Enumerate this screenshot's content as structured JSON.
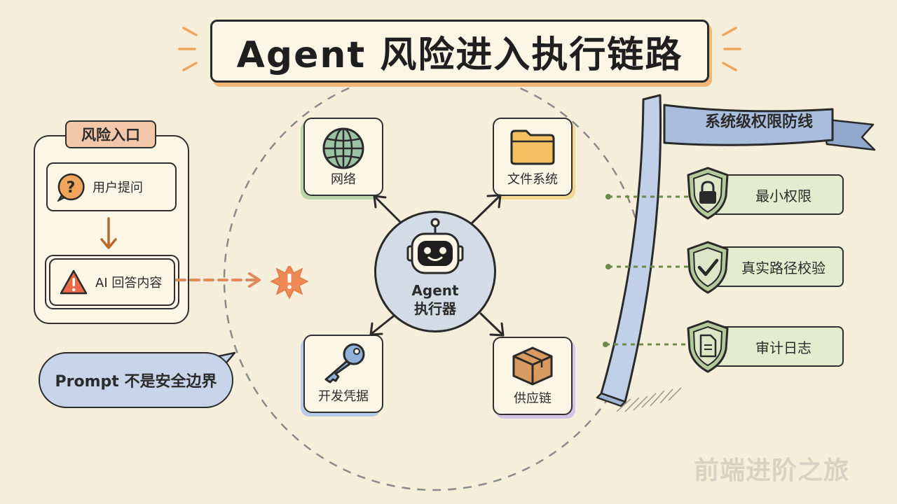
{
  "title": "Agent 风险进入执行链路",
  "risk_entry": {
    "tag": "风险入口",
    "items": [
      {
        "label": "用户提问",
        "icon": "question-icon"
      },
      {
        "label": "AI 回答内容",
        "icon": "warning-icon"
      }
    ]
  },
  "callout": "Prompt 不是安全边界",
  "agent": {
    "line1": "Agent",
    "line2": "执行器"
  },
  "targets": [
    {
      "label": "网络",
      "icon": "globe-icon",
      "accent": "#b9d4a8"
    },
    {
      "label": "文件系统",
      "icon": "folder-icon",
      "accent": "#f4d892"
    },
    {
      "label": "开发凭据",
      "icon": "key-icon",
      "accent": "#b7cce6"
    },
    {
      "label": "供应链",
      "icon": "package-icon",
      "accent": "#d4c3e6"
    }
  ],
  "defense": {
    "banner": "系统级权限防线",
    "items": [
      {
        "label": "最小权限",
        "icon": "lock-icon"
      },
      {
        "label": "真实路径校验",
        "icon": "check-icon"
      },
      {
        "label": "审计日志",
        "icon": "document-icon"
      }
    ]
  },
  "watermark": "前端进阶之旅",
  "colors": {
    "background": "#f5eedb",
    "arrow_orange": "#e08a5a",
    "shield_green": "#b4c99c",
    "wall_blue": "#c0d0e8"
  }
}
